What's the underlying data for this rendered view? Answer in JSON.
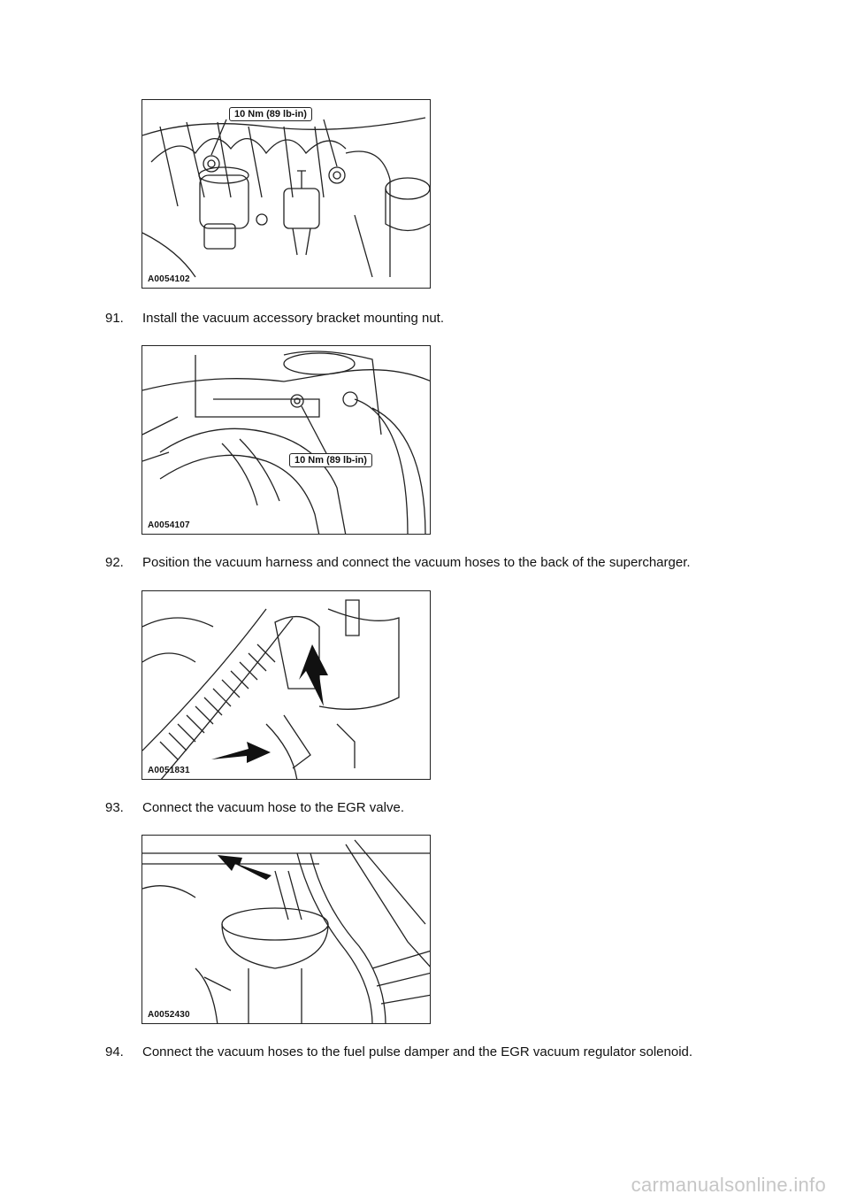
{
  "figures": [
    {
      "id": "A0054102",
      "callout": "10 Nm (89 lb-in)"
    },
    {
      "id": "A0054107",
      "callout": "10 Nm (89 lb-in)"
    },
    {
      "id": "A0051831"
    },
    {
      "id": "A0052430"
    }
  ],
  "steps": [
    {
      "number": "91.",
      "text": "Install the vacuum accessory bracket mounting nut."
    },
    {
      "number": "92.",
      "text": "Position the vacuum harness and connect the vacuum hoses to the back of the supercharger."
    },
    {
      "number": "93.",
      "text": "Connect the vacuum hose to the EGR valve."
    },
    {
      "number": "94.",
      "text": "Connect the vacuum hoses to the fuel pulse damper and the EGR vacuum regulator solenoid."
    }
  ],
  "watermark": "carmanualsonline.info"
}
